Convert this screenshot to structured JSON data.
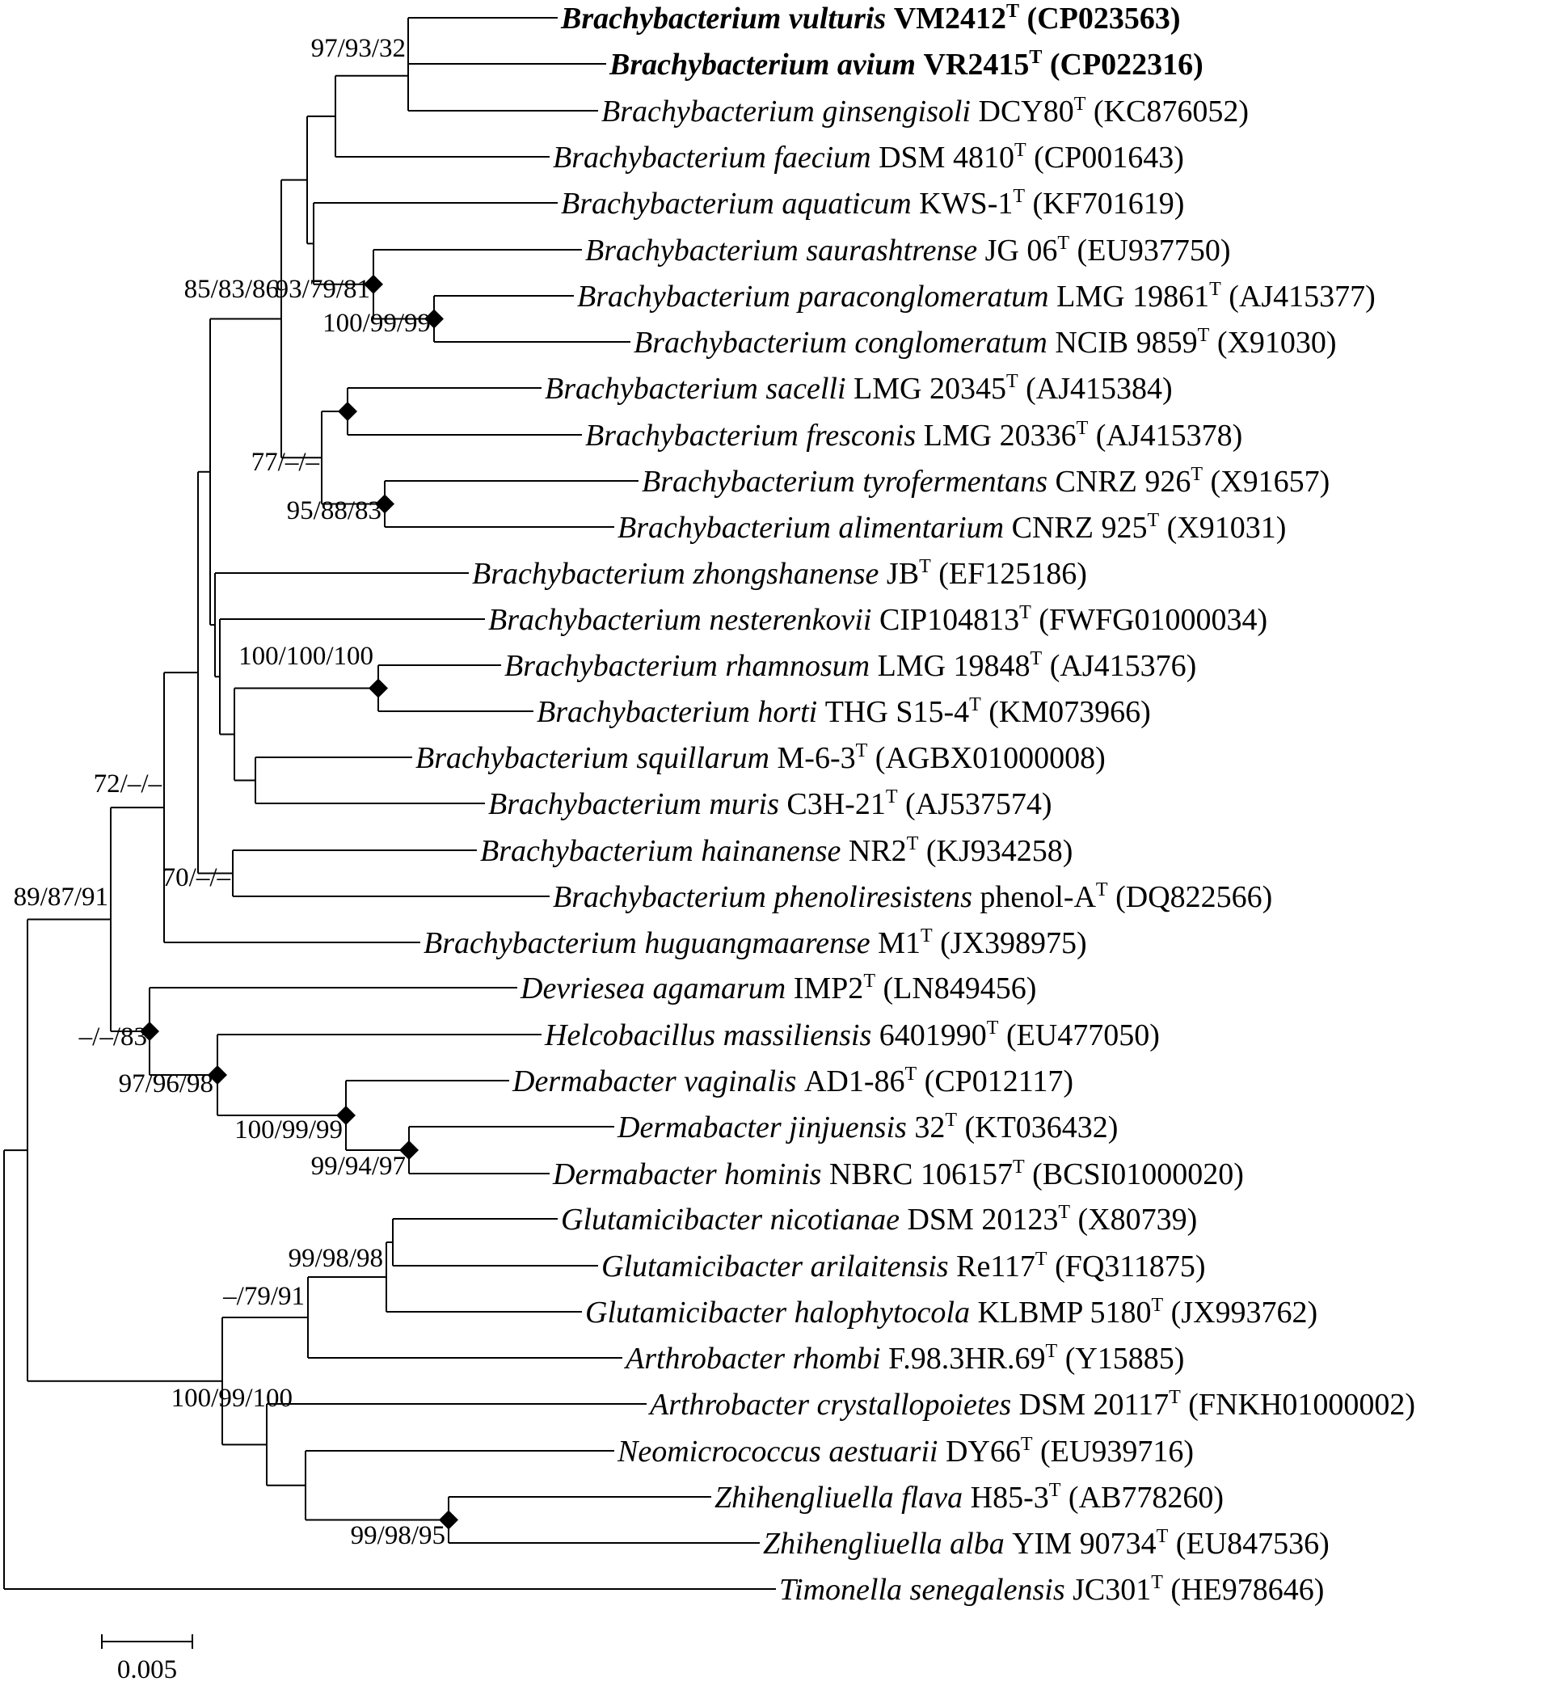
{
  "taxa": [
    {
      "genus": "Brachybacterium",
      "species": "vulturis",
      "strain": "VM2412",
      "type_mark": "T",
      "accession": "(CP023563)",
      "bold": true
    },
    {
      "genus": "Brachybacterium",
      "species": "avium",
      "strain": "VR2415",
      "type_mark": "T",
      "accession": "(CP022316)",
      "bold": true
    },
    {
      "genus": "Brachybacterium",
      "species": "ginsengisoli",
      "strain": "DCY80",
      "type_mark": "T",
      "accession": "(KC876052)"
    },
    {
      "genus": "Brachybacterium",
      "species": "faecium",
      "strain": "DSM 4810",
      "type_mark": "T",
      "accession": "(CP001643)"
    },
    {
      "genus": "Brachybacterium",
      "species": "aquaticum",
      "strain": "KWS-1",
      "type_mark": "T",
      "accession": "(KF701619)"
    },
    {
      "genus": "Brachybacterium",
      "species": "saurashtrense",
      "strain": "JG 06",
      "type_mark": "T",
      "accession": "(EU937750)"
    },
    {
      "genus": "Brachybacterium",
      "species": "paraconglomeratum",
      "strain": "LMG 19861",
      "type_mark": "T",
      "accession": "(AJ415377)"
    },
    {
      "genus": "Brachybacterium",
      "species": "conglomeratum",
      "strain": "NCIB 9859",
      "type_mark": "T",
      "accession": "(X91030)"
    },
    {
      "genus": "Brachybacterium",
      "species": "sacelli",
      "strain": "LMG 20345",
      "type_mark": "T",
      "accession": "(AJ415384)"
    },
    {
      "genus": "Brachybacterium",
      "species": "fresconis",
      "strain": "LMG 20336",
      "type_mark": "T",
      "accession": "(AJ415378)"
    },
    {
      "genus": "Brachybacterium",
      "species": "tyrofermentans",
      "strain": "CNRZ 926",
      "type_mark": "T",
      "accession": "(X91657)"
    },
    {
      "genus": "Brachybacterium",
      "species": "alimentarium",
      "strain": "CNRZ 925",
      "type_mark": "T",
      "accession": "(X91031)"
    },
    {
      "genus": "Brachybacterium",
      "species": "zhongshanense",
      "strain": "JB",
      "type_mark": "T",
      "accession": "(EF125186)"
    },
    {
      "genus": "Brachybacterium",
      "species": "nesterenkovii",
      "strain": "CIP104813",
      "type_mark": "T",
      "accession": "(FWFG01000034)"
    },
    {
      "genus": "Brachybacterium",
      "species": "rhamnosum",
      "strain": "LMG 19848",
      "type_mark": "T",
      "accession": "(AJ415376)"
    },
    {
      "genus": "Brachybacterium",
      "species": "horti",
      "strain": "THG S15-4",
      "type_mark": "T",
      "accession": "(KM073966)"
    },
    {
      "genus": "Brachybacterium",
      "species": "squillarum",
      "strain": "M-6-3",
      "type_mark": "T",
      "accession": "(AGBX01000008)"
    },
    {
      "genus": "Brachybacterium",
      "species": "muris",
      "strain": "C3H-21",
      "type_mark": "T",
      "accession": "(AJ537574)"
    },
    {
      "genus": "Brachybacterium",
      "species": "hainanense",
      "strain": "NR2",
      "type_mark": "T",
      "accession": "(KJ934258)"
    },
    {
      "genus": "Brachybacterium",
      "species": "phenoliresistens",
      "strain": "phenol-A",
      "type_mark": "T",
      "accession": "(DQ822566)"
    },
    {
      "genus": "Brachybacterium",
      "species": "huguangmaarense",
      "strain": "M1",
      "type_mark": "T",
      "accession": "(JX398975)"
    },
    {
      "genus": "Devriesea",
      "species": "agamarum",
      "strain": "IMP2",
      "type_mark": "T",
      "accession": "(LN849456)"
    },
    {
      "genus": "Helcobacillus",
      "species": "massiliensis",
      "strain": "6401990",
      "type_mark": "T",
      "accession": "(EU477050)"
    },
    {
      "genus": "Dermabacter",
      "species": "vaginalis",
      "strain": "AD1-86",
      "type_mark": "T",
      "accession": "(CP012117)"
    },
    {
      "genus": "Dermabacter",
      "species": "jinjuensis",
      "strain": "32",
      "type_mark": "T",
      "accession": "(KT036432)"
    },
    {
      "genus": "Dermabacter",
      "species": "hominis",
      "strain": "NBRC 106157",
      "type_mark": "T",
      "accession": "(BCSI01000020)"
    },
    {
      "genus": "Glutamicibacter",
      "species": "nicotianae",
      "strain": "DSM 20123",
      "type_mark": "T",
      "accession": "(X80739)"
    },
    {
      "genus": "Glutamicibacter",
      "species": "arilaitensis",
      "strain": "Re117",
      "type_mark": "T",
      "accession": "(FQ311875)"
    },
    {
      "genus": "Glutamicibacter",
      "species": "halophytocola",
      "strain": "KLBMP 5180",
      "type_mark": "T",
      "accession": "(JX993762)"
    },
    {
      "genus": "Arthrobacter",
      "species": "rhombi",
      "strain": "F.98.3HR.69",
      "type_mark": "T",
      "accession": "(Y15885)"
    },
    {
      "genus": "Arthrobacter",
      "species": "crystallopoietes",
      "strain": "DSM 20117",
      "type_mark": "T",
      "accession": "(FNKH01000002)"
    },
    {
      "genus": "Neomicrococcus",
      "species": "aestuarii",
      "strain": "DY66",
      "type_mark": "T",
      "accession": "(EU939716)"
    },
    {
      "genus": "Zhihengliuella",
      "species": "flava",
      "strain": "H85-3",
      "type_mark": "T",
      "accession": "(AB778260)"
    },
    {
      "genus": "Zhihengliuella",
      "species": "alba",
      "strain": "YIM 90734",
      "type_mark": "T",
      "accession": "(EU847536)"
    },
    {
      "genus": "Timonella",
      "species": "senegalensis",
      "strain": "JC301",
      "type_mark": "T",
      "accession": "(HE978646)"
    }
  ],
  "support_values": [
    "97/93/32",
    "85/83/86",
    "93/79/81",
    "100/99/99",
    "77/–/–",
    "95/88/83",
    "100/100/100",
    "72/–/–",
    "70/–/–",
    "89/87/91",
    "–/–/83",
    "97/96/98",
    "100/99/99",
    "99/94/97",
    "99/98/98",
    "–/79/91",
    "100/99/100",
    "99/98/95"
  ],
  "scale_bar": {
    "label": "0.005",
    "value": 0.005
  }
}
